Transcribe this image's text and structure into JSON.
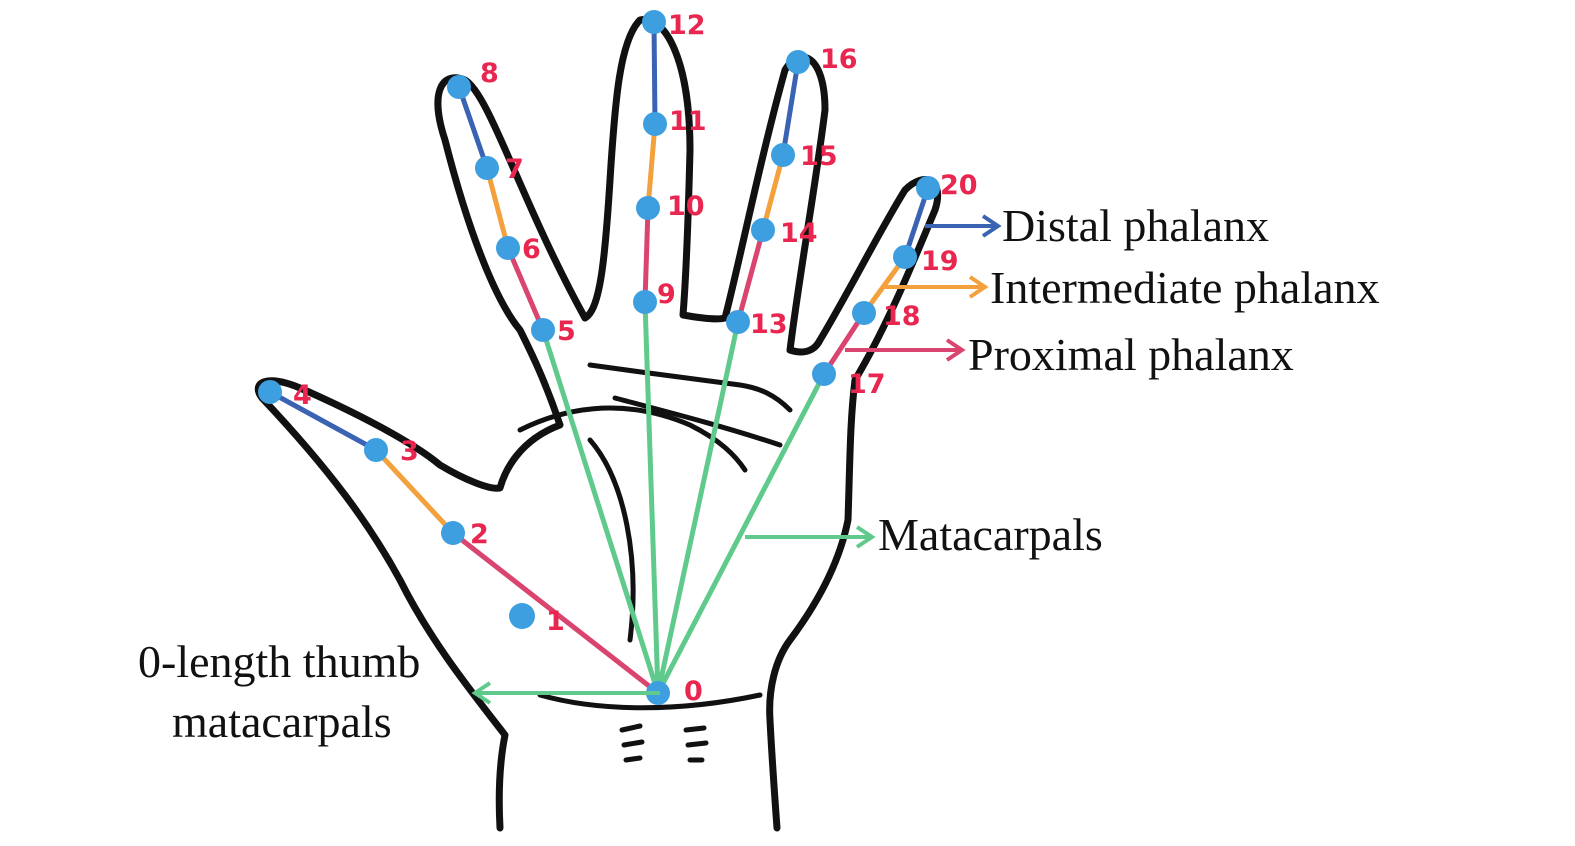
{
  "colors": {
    "distal": "#3a63b4",
    "intermediate": "#f3a13c",
    "proximal": "#d9456f",
    "metacarpal": "#5fca8c",
    "joint": "#3d9fe0",
    "label": "#e8264f"
  },
  "joints": [
    {
      "id": "0"
    },
    {
      "id": "1"
    },
    {
      "id": "2"
    },
    {
      "id": "3"
    },
    {
      "id": "4"
    },
    {
      "id": "5"
    },
    {
      "id": "6"
    },
    {
      "id": "7"
    },
    {
      "id": "8"
    },
    {
      "id": "9"
    },
    {
      "id": "10"
    },
    {
      "id": "11"
    },
    {
      "id": "12"
    },
    {
      "id": "13"
    },
    {
      "id": "14"
    },
    {
      "id": "15"
    },
    {
      "id": "16"
    },
    {
      "id": "17"
    },
    {
      "id": "18"
    },
    {
      "id": "19"
    },
    {
      "id": "20"
    }
  ],
  "annotations": {
    "distal": "Distal phalanx",
    "intermediate": "Intermediate phalanx",
    "proximal": "Proximal phalanx",
    "metacarpals": "Matacarpals",
    "thumb_line1": "0-length thumb",
    "thumb_line2": "matacarpals"
  }
}
